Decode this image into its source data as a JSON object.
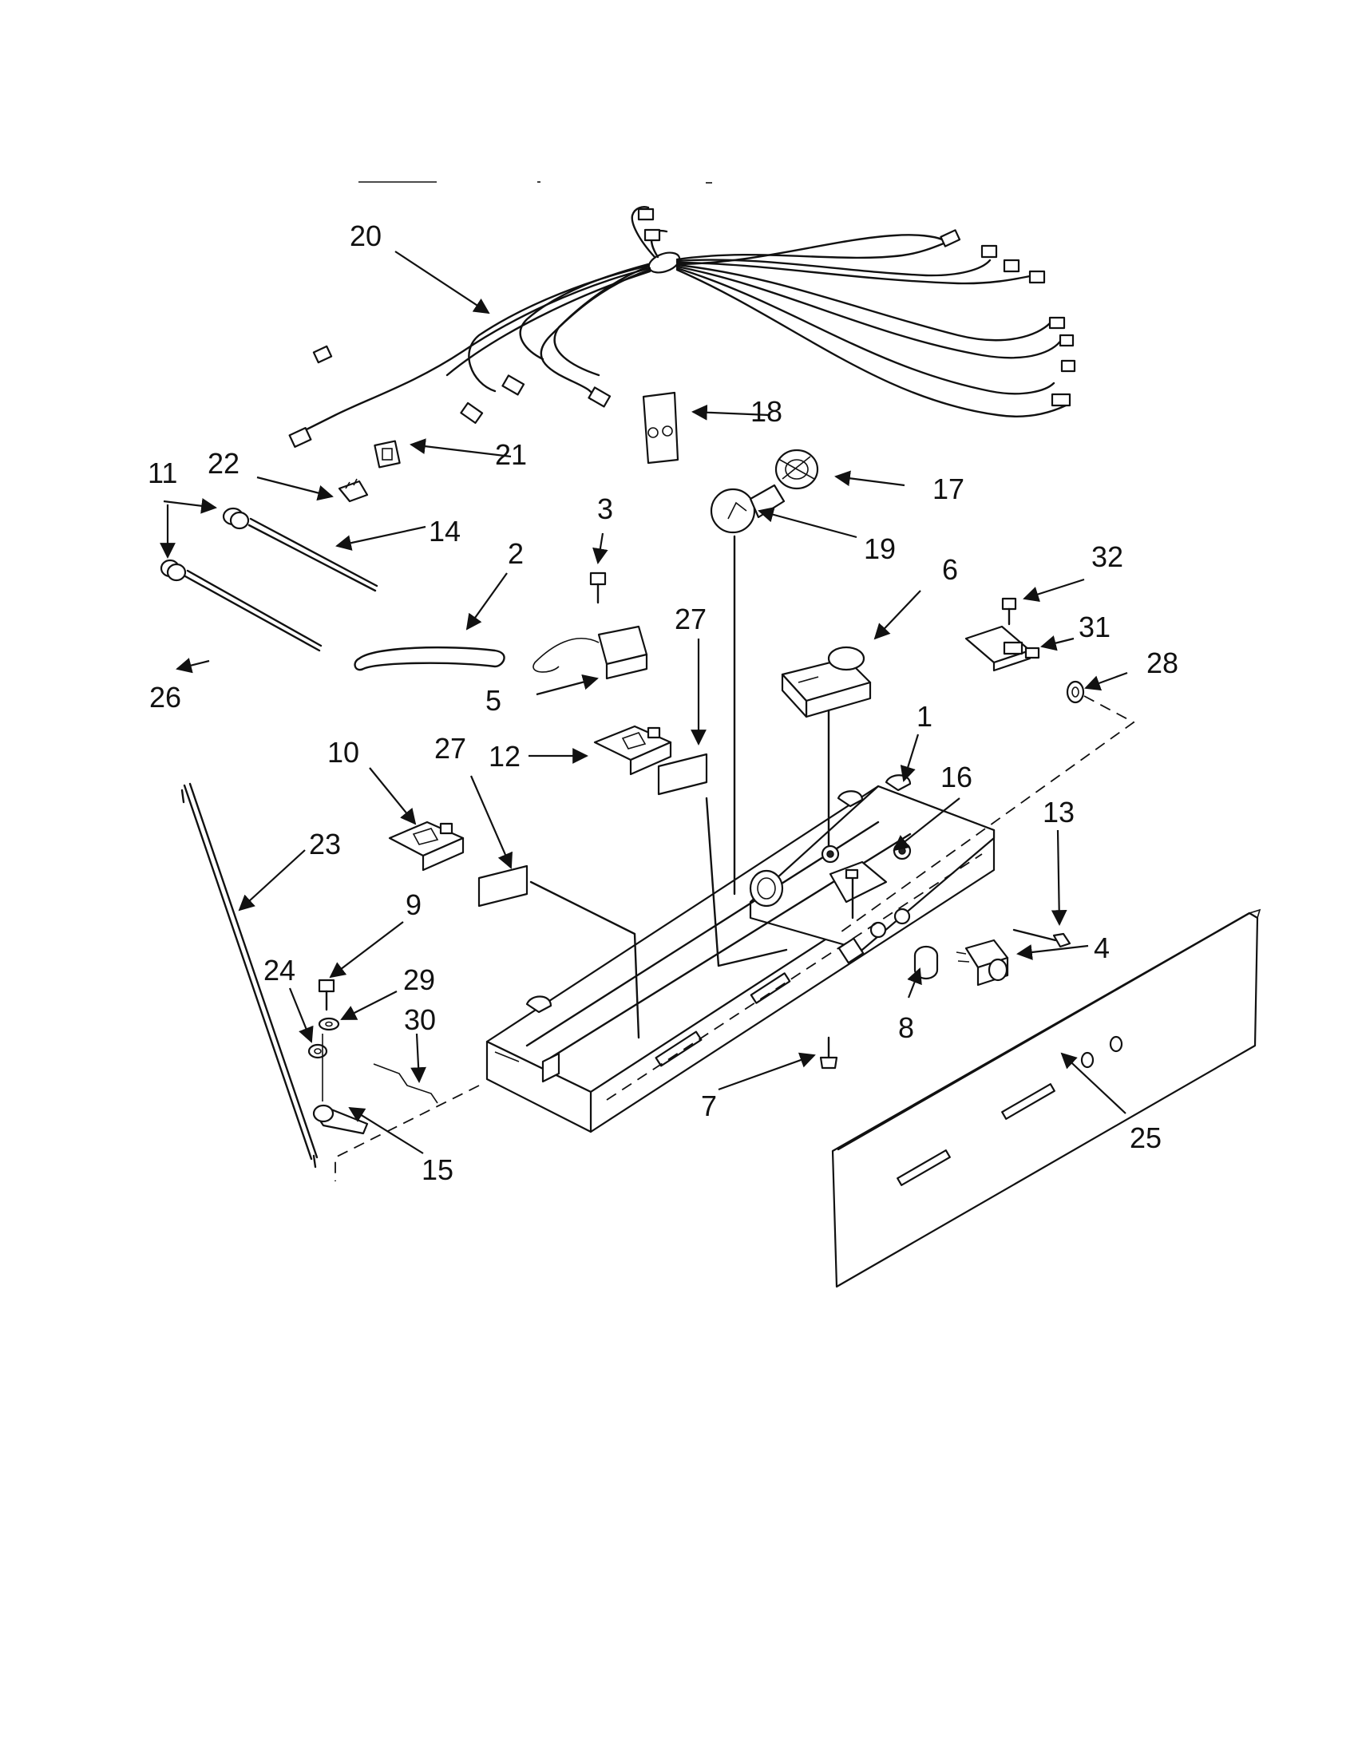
{
  "diagram": {
    "part_numbers": {
      "p1": "1",
      "p2": "2",
      "p3": "3",
      "p4": "4",
      "p5": "5",
      "p6": "6",
      "p7": "7",
      "p8": "8",
      "p9": "9",
      "p10": "10",
      "p11": "11",
      "p12": "12",
      "p13": "13",
      "p14": "14",
      "p15": "15",
      "p16": "16",
      "p17": "17",
      "p18": "18",
      "p19": "19",
      "p20": "20",
      "p21": "21",
      "p22": "22",
      "p23": "23",
      "p24": "24",
      "p25": "25",
      "p26": "26",
      "p27a": "27",
      "p27b": "27",
      "p28": "28",
      "p29": "29",
      "p30": "30",
      "p31": "31",
      "p32": "32"
    }
  }
}
